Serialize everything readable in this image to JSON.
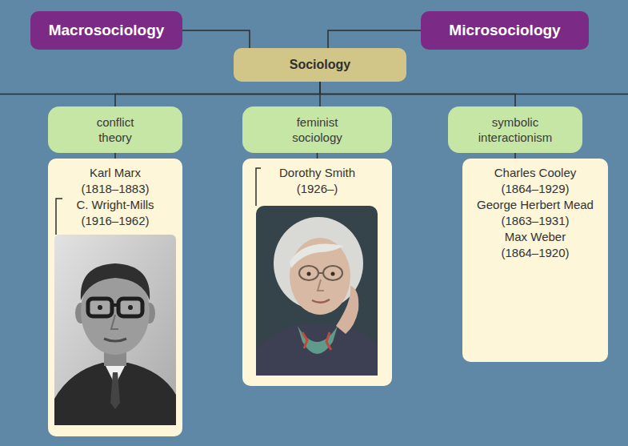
{
  "diagram": {
    "nodes": [
      {
        "text": [
          "Macrosociology"
        ]
      },
      {
        "text": [
          "Microsociology"
        ]
      },
      {
        "text": [
          "Sociology"
        ]
      },
      {
        "text": [
          "conflict theory"
        ]
      },
      {
        "text": [
          "feminist sociology"
        ]
      },
      {
        "text": [
          "symbolic interactionism"
        ]
      },
      {
        "text": [
          "Karl Marx (1818–1883)",
          "C. Wright-Mills (1916–1962)"
        ]
      },
      {
        "text": [
          "Dorothy Smith (1926–)"
        ]
      },
      {
        "text": [
          "Charles Cooley (1864–1929)",
          "George Herbert Mead (1863–1931)",
          "Max Weber (1864–1920)"
        ]
      }
    ],
    "edges": [
      {
        "from": 0,
        "to": 2,
        "arrow": "none"
      },
      {
        "from": 1,
        "to": 2,
        "arrow": "none"
      },
      {
        "from": 2,
        "to": 3,
        "arrow": "none"
      },
      {
        "from": 2,
        "to": 4,
        "arrow": "none"
      },
      {
        "from": 2,
        "to": 5,
        "arrow": "none"
      },
      {
        "from": 3,
        "to": 6,
        "arrow": "none"
      },
      {
        "from": 4,
        "to": 7,
        "arrow": "none"
      },
      {
        "from": 5,
        "to": 8,
        "arrow": "none"
      }
    ]
  }
}
